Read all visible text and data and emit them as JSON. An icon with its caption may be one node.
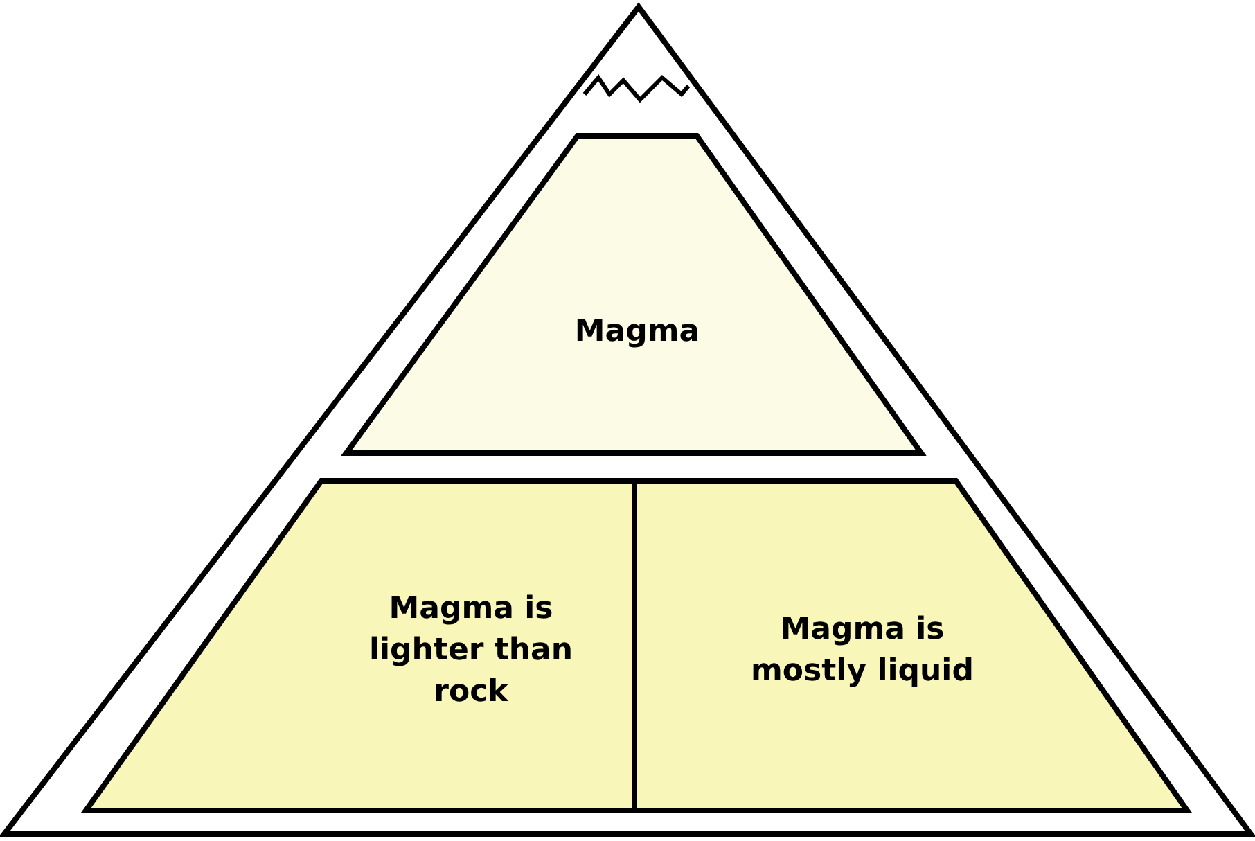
{
  "diagram": {
    "nodes": [
      {
        "text": [],
        "shape": "triangle"
      },
      {
        "text": [
          "Magma"
        ],
        "in": 0
      },
      {
        "text": [
          "Magma is lighter than rock"
        ],
        "in": 0
      },
      {
        "text": [
          "Magma is mostly liquid"
        ],
        "in": 0
      }
    ]
  }
}
